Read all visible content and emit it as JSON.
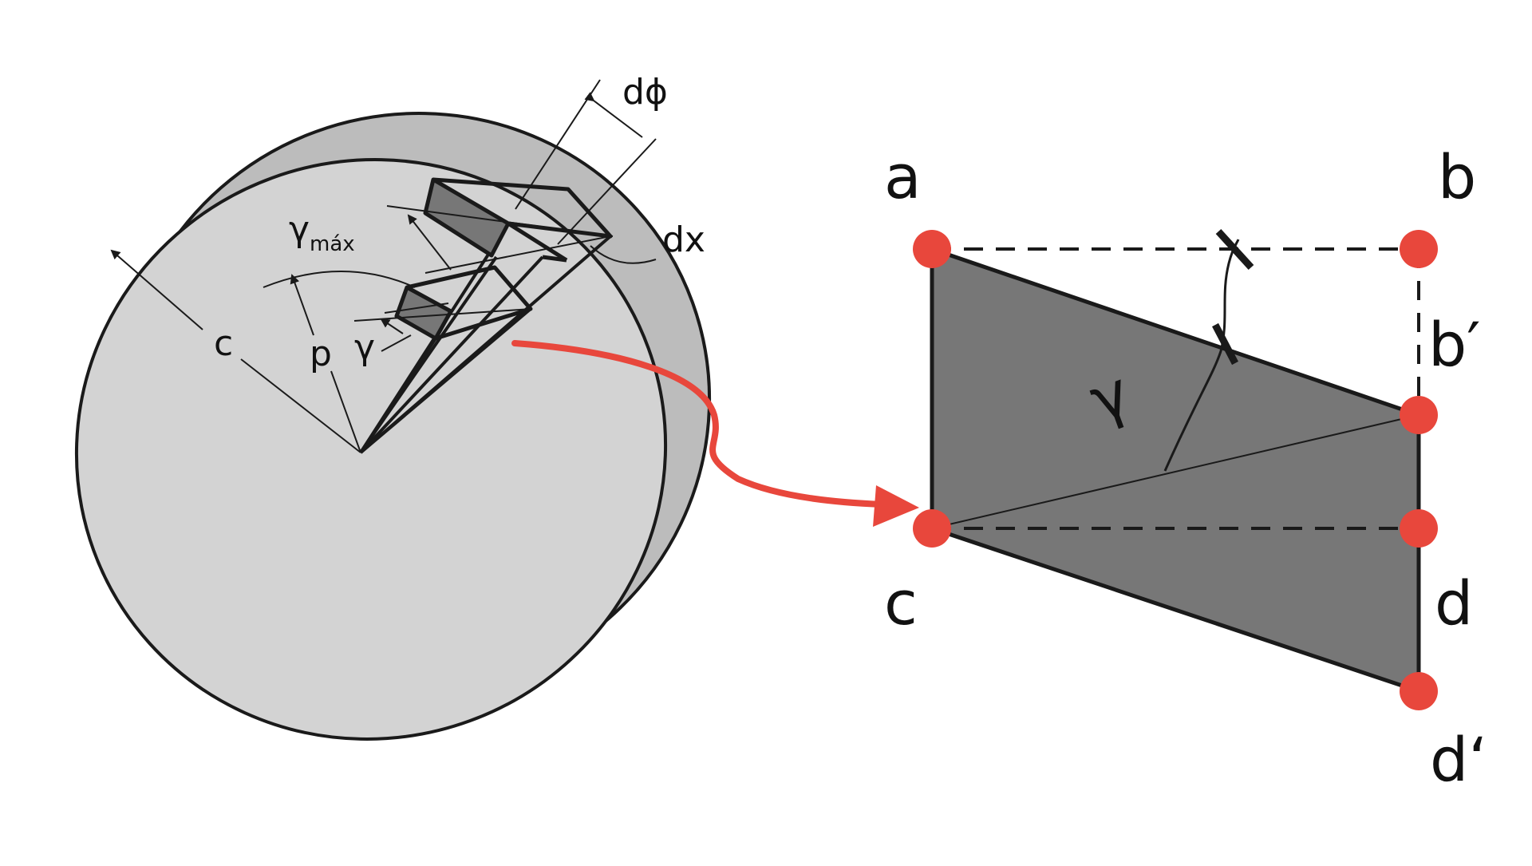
{
  "left_figure": {
    "labels": {
      "d_phi": "dϕ",
      "dx": "dx",
      "gamma_max_symbol": "γ",
      "gamma_max_subscript": "máx",
      "c": "c",
      "p": "p",
      "gamma": "γ"
    }
  },
  "right_figure": {
    "labels": {
      "a": "a",
      "b": "b",
      "b_prime": "b′",
      "c": "c",
      "d": "d",
      "d_prime": "d‘",
      "gamma": "γ"
    }
  },
  "colors": {
    "disk_face": "#d3d3d3",
    "disk_side": "#bcbcbc",
    "element_dark": "#777777",
    "outline": "#1a1a1a",
    "accent_red": "#e8473c"
  }
}
